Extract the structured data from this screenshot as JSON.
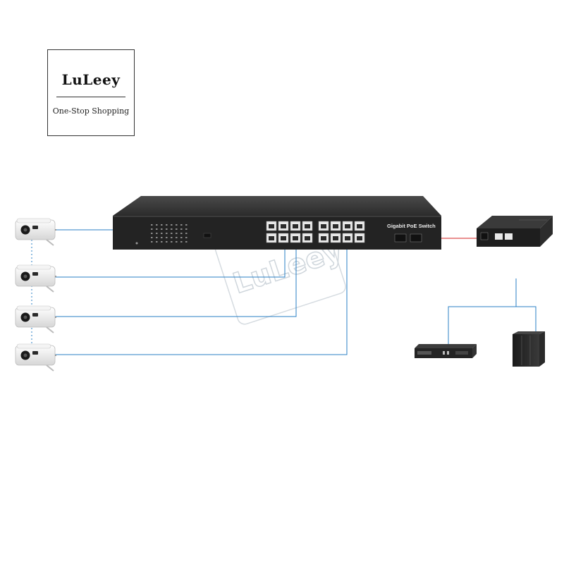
{
  "logo": {
    "brand": "LuLeey",
    "tagline": "One-Stop Shopping"
  },
  "watermark": "LuLeey",
  "switch": {
    "title": "Gigabit PoE Switch"
  },
  "colors": {
    "cable": "#2a7fc4",
    "fiber": "#d42020",
    "switch_body": "#232323"
  },
  "icons": [
    "camera-icon",
    "switch-icon",
    "media-converter-icon",
    "nvr-icon",
    "server-rack-icon"
  ]
}
